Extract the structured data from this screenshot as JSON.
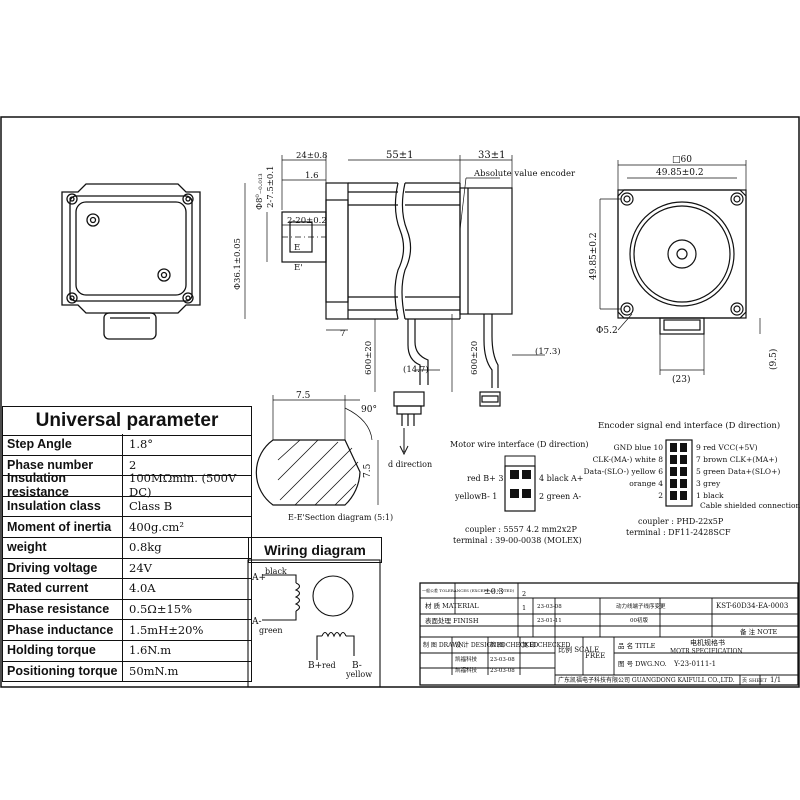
{
  "top_view": {
    "dim_24": "24±0.8",
    "dim_55": "55±1",
    "dim_33": "33±1",
    "dim_1_6": "1.6",
    "dim_2_7_5": "2-7.5±0.1",
    "dim_phi8": "Φ8⁰₋₀.₀₁₃",
    "dim_2_20": "2-20±0.2",
    "dim_phi36": "Φ36.1±0.05",
    "label_E1": "E",
    "label_E2": "E'",
    "dim_7": "7",
    "dim_600a": "600±20",
    "dim_600b": "600±20",
    "dim_14_7": "(14.7)",
    "dim_17_3": "(17.3)",
    "encoder_label": "Absolute value encoder"
  },
  "front_view": {
    "sq60": "□60",
    "dim_49_85_top": "49.85±0.2",
    "dim_49_85_side": "49.85±0.2",
    "dim_phi5_2": "Φ5.2",
    "dim_9_5": "(9.5)",
    "dim_23": "(23)"
  },
  "section": {
    "dim_7_5_top": "7.5",
    "dim_7_5_side": "7.5",
    "angle": "90°",
    "caption": "E-E'Section diagram (5:1)",
    "d_direction": "d direction"
  },
  "motor_connector": {
    "title": "Motor wire interface (D direction)",
    "pin3": "red B+ 3",
    "pin4": "4 black A+",
    "pin1": "yellowB- 1",
    "pin2": "2 green A-",
    "coupler": "coupler : 5557 4.2 mm2x2P",
    "terminal": "terminal : 39-00-0038 (MOLEX)"
  },
  "encoder_connector": {
    "title": "Encoder signal end interface (D direction)",
    "rows": [
      {
        "left": "GND  blue 10",
        "right": "9 red  VCC(+5V)"
      },
      {
        "left": "CLK-(MA-)  white 8",
        "right": "7 brown  CLK+(MA+)"
      },
      {
        "left": "Data-(SLO-)  yellow 6",
        "right": "5 green  Data+(SLO+)"
      },
      {
        "left": "orange 4",
        "right": "3 grey"
      },
      {
        "left": "2",
        "right": "1 black"
      }
    ],
    "shield": "Cable shielded connection",
    "coupler": "coupler : PHD-22x5P",
    "terminal": "terminal : DF11-2428SCF"
  },
  "parameters": {
    "title": "Universal parameter",
    "rows": [
      {
        "key": "Step Angle",
        "value": "1.8°"
      },
      {
        "key": "Phase number",
        "value": "2"
      },
      {
        "key": "Insulation resistance",
        "value": "100MΩmin. (500V DC)"
      },
      {
        "key": "Insulation class",
        "value": "Class B"
      },
      {
        "key": "Moment of inertia",
        "value": "400g.cm²"
      },
      {
        "key": "weight",
        "value": "0.8kg"
      },
      {
        "key": "Driving voltage",
        "value": "24V"
      },
      {
        "key": "Rated current",
        "value": "4.0A"
      },
      {
        "key": "Phase resistance",
        "value": "0.5Ω±15%"
      },
      {
        "key": "Phase inductance",
        "value": "1.5mH±20%"
      },
      {
        "key": "Holding torque",
        "value": "1.6N.m"
      },
      {
        "key": "Positioning torque",
        "value": "50mN.m"
      }
    ]
  },
  "wiring": {
    "title": "Wiring diagram",
    "a_plus": "A+",
    "a_plus_color": "black",
    "a_minus": "A-",
    "a_minus_color": "green",
    "b_plus": "B+",
    "b_plus_color": "red",
    "b_minus": "B-",
    "b_minus_color": "yellow"
  },
  "title_block": {
    "tolerance_label": "一般公差 TOLERANCES (EXCEPT AS NOTED)",
    "tolerance_value": "±0.3",
    "material": "材  质 MATERIAL",
    "finish": "表面处理 FINISH",
    "drawn": "制  图 DRAWN",
    "designed": "设  计 DESIGNED",
    "checked": "检  图 CHECKED",
    "checked2": "复  印 CHECKED",
    "company_stamp1": "凯福科技",
    "company_stamp2": "凯福科技",
    "date1": "23-03-08",
    "date2": "23-03-08",
    "rev2": "2",
    "rev1": "1",
    "rev_date2": "23-03-08",
    "rev_date1": "23-01-11",
    "rev_desc2": "动力线端子线序变更",
    "rev_desc1": "00初版",
    "scale": "比例 SCALE",
    "free": "FREE",
    "part_name_label": "品 名 TITLE",
    "part_name_cn": "电机规格书",
    "part_name_en": "MOTR SPECIFICATION",
    "drawing_no_label": "图 号 DWG.NO.",
    "drawing_no": "Y-23-0111-1",
    "part_code": "KST-60D34-EA-0003",
    "note_label": "备 注 NOTE",
    "company": "广东凯福电子科技有限公司 GUANGDONG KAIFULL CO.,LTD.",
    "sheet": "1/1",
    "sheet_label": "页 SHEET"
  }
}
